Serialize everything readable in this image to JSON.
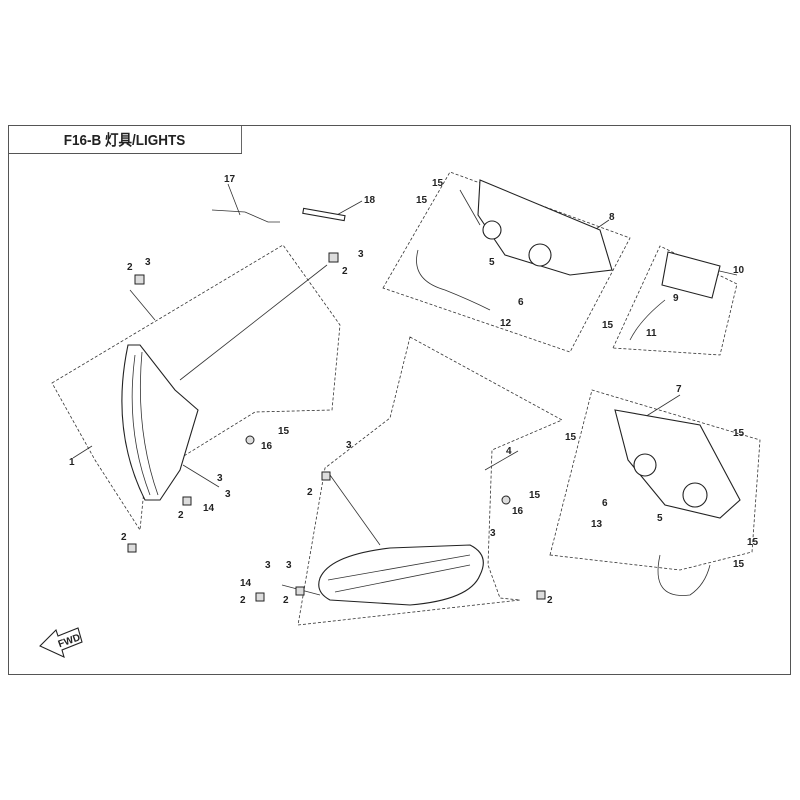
{
  "title": "F16-B 灯具/LIGHTS",
  "fwd_label": "FWD",
  "callouts": [
    "17",
    "18",
    "3",
    "2",
    "3",
    "2",
    "1",
    "15",
    "16",
    "3",
    "3",
    "2",
    "14",
    "2",
    "3",
    "2",
    "4",
    "15",
    "16",
    "3",
    "2",
    "3",
    "3",
    "14",
    "2",
    "2",
    "15",
    "15",
    "8",
    "5",
    "6",
    "12",
    "15",
    "10",
    "9",
    "11",
    "7",
    "15",
    "15",
    "6",
    "13",
    "5",
    "15",
    "15"
  ]
}
